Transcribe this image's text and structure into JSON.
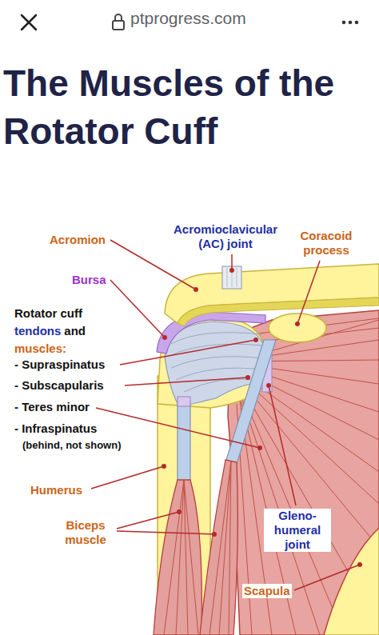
{
  "diagram": {
    "title": "The Muscles of the Rotator Cuff",
    "labels": [
      "ptprogress.com",
      "Acromion",
      "Acromioclavicular (AC) joint",
      "Coracoid process",
      "Bursa",
      "Rotator cuff",
      "tendons",
      "and",
      "muscles:",
      "- Supraspinatus",
      "- Subscapularis",
      "- Teres minor",
      "- Infraspinatus",
      "(behind, not shown)",
      "Humerus",
      "Biceps muscle",
      "Gleno-humeral joint",
      "Scapula"
    ]
  }
}
